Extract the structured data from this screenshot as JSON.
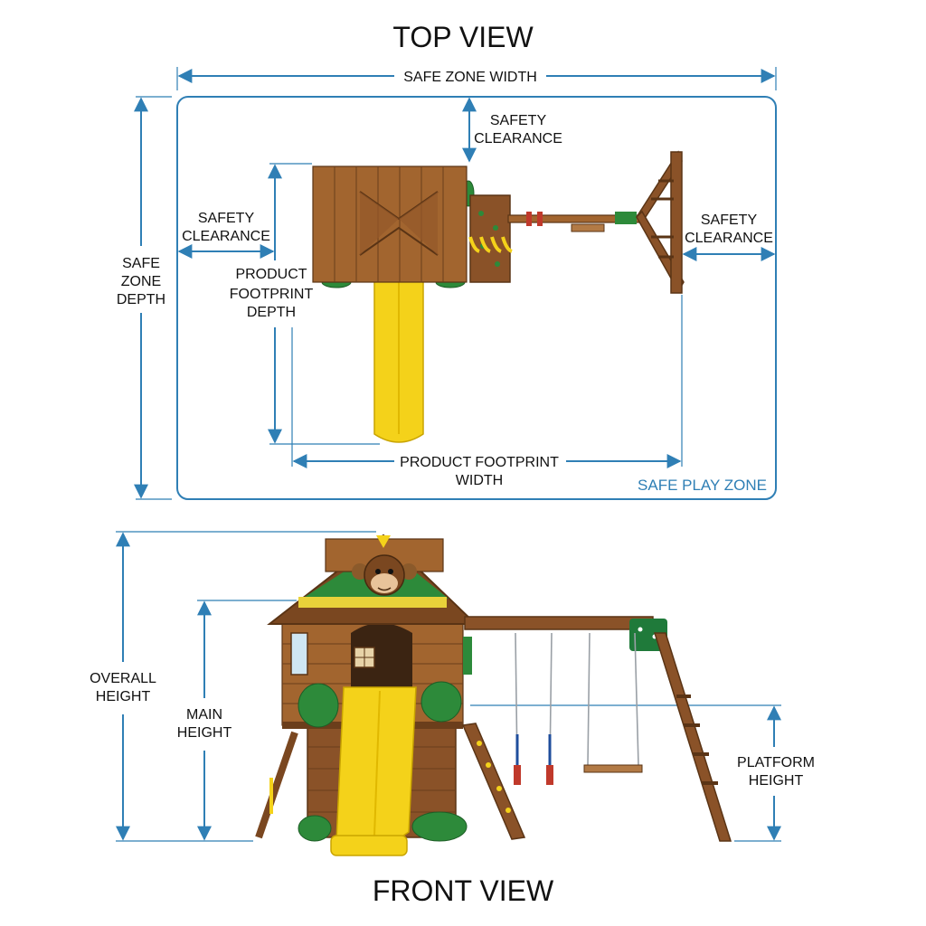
{
  "top_view": {
    "title": "TOP VIEW",
    "safe_zone_width": "SAFE ZONE WIDTH",
    "safe_zone_depth": [
      "SAFE",
      "ZONE",
      "DEPTH"
    ],
    "safety_clearance_top": [
      "SAFETY",
      "CLEARANCE"
    ],
    "safety_clearance_left": [
      "SAFETY",
      "CLEARANCE"
    ],
    "safety_clearance_right": [
      "SAFETY",
      "CLEARANCE"
    ],
    "footprint_depth": [
      "PRODUCT",
      "FOOTPRINT",
      "DEPTH"
    ],
    "footprint_width": [
      "PRODUCT FOOTPRINT",
      "WIDTH"
    ],
    "safe_play_zone": "SAFE PLAY ZONE"
  },
  "front_view": {
    "title": "FRONT VIEW",
    "overall_height": [
      "OVERALL",
      "HEIGHT"
    ],
    "main_height": [
      "MAIN",
      "HEIGHT"
    ],
    "platform_height": [
      "PLATFORM",
      "HEIGHT"
    ]
  },
  "colors": {
    "dimension_lines": "#2f7fb5",
    "wood": "#8a5228",
    "slide": "#f4d21a",
    "foliage": "#2d8a3a"
  }
}
